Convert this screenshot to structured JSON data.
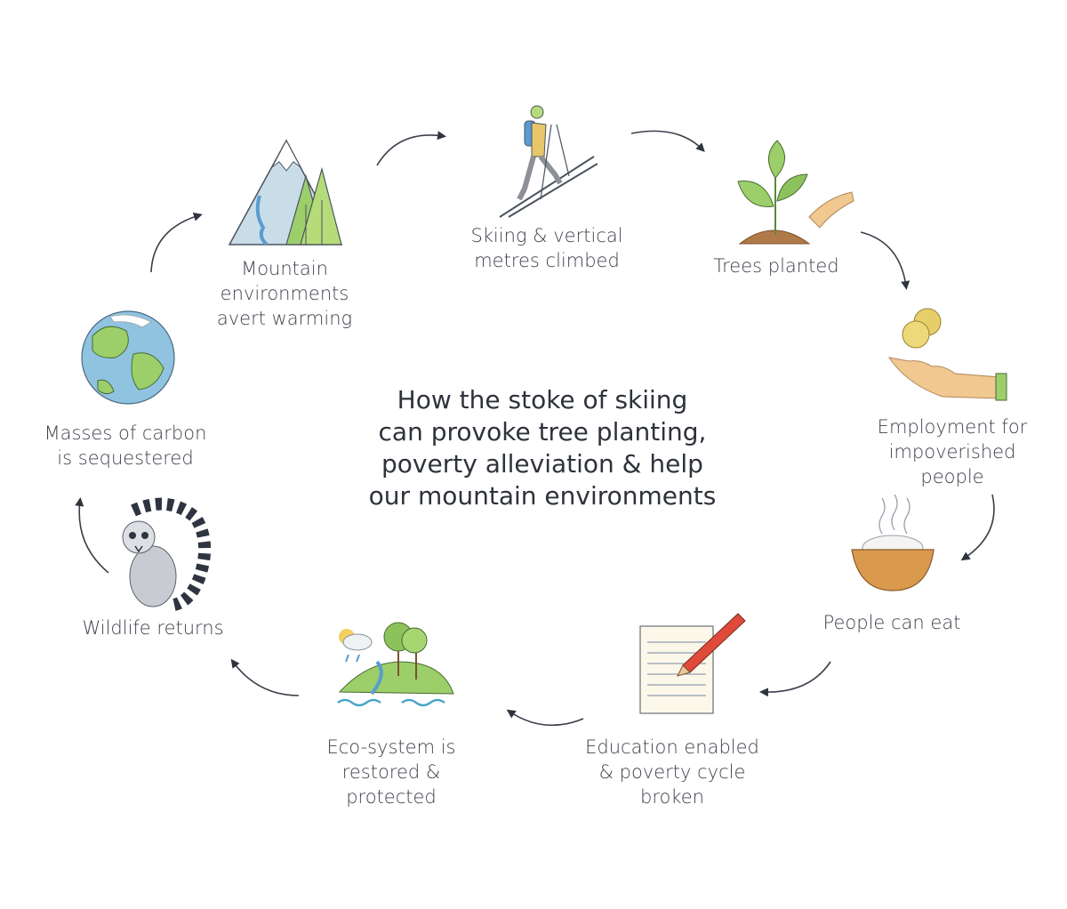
{
  "title_lines": [
    "How the stoke of skiing",
    "can provoke tree planting,",
    "poverty alleviation & help",
    "our mountain environments"
  ],
  "steps": [
    {
      "icon": "skier-icon",
      "lines": [
        "Skiing & vertical",
        "metres climbed"
      ]
    },
    {
      "icon": "sapling-icon",
      "lines": [
        "Trees planted"
      ]
    },
    {
      "icon": "coins-hand-icon",
      "lines": [
        "Employment for",
        "impoverished",
        "people"
      ]
    },
    {
      "icon": "food-bowl-icon",
      "lines": [
        "People can eat"
      ]
    },
    {
      "icon": "notepad-pencil-icon",
      "lines": [
        "Education enabled",
        "& poverty cycle",
        "broken"
      ]
    },
    {
      "icon": "landscape-icon",
      "lines": [
        "Eco-system is",
        "restored &",
        "protected"
      ]
    },
    {
      "icon": "lemur-icon",
      "lines": [
        "Wildlife returns"
      ]
    },
    {
      "icon": "globe-icon",
      "lines": [
        "Masses of carbon",
        "is sequestered"
      ]
    },
    {
      "icon": "mountain-icon",
      "lines": [
        "Mountain",
        "environments",
        "avert warming"
      ]
    }
  ]
}
